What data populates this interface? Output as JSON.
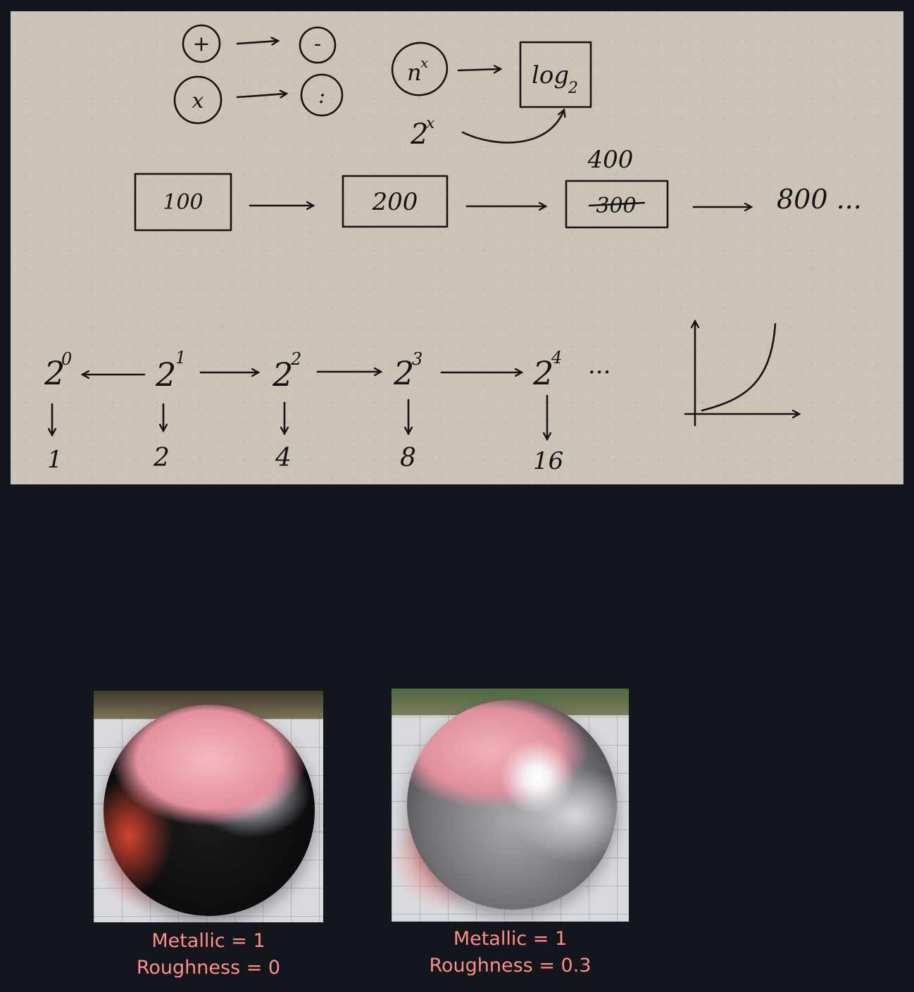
{
  "sketch": {
    "ops": {
      "plus": "+",
      "minus": "-",
      "times": "x",
      "divide": ":"
    },
    "power": {
      "n_x": "nx",
      "two_x": "2x",
      "log2": "log2"
    },
    "boxes": [
      "100",
      "200",
      "300"
    ],
    "box3_correction": "400",
    "continuation": "800 ...",
    "powers_of_two": [
      {
        "exp": "0",
        "value": "1"
      },
      {
        "exp": "1",
        "value": "2"
      },
      {
        "exp": "2",
        "value": "4"
      },
      {
        "exp": "3",
        "value": "8"
      },
      {
        "exp": "4",
        "value": "16"
      }
    ],
    "ellipsis": "..."
  },
  "renders": [
    {
      "line1": "Metallic = 1",
      "line2": "Roughness = 0"
    },
    {
      "line1": "Metallic = 1",
      "line2": "Roughness = 0.3"
    }
  ],
  "colors": {
    "background": "#13161c",
    "paper": "#cbc3b6",
    "caption": "#ff8f85",
    "ink": "#141414"
  }
}
